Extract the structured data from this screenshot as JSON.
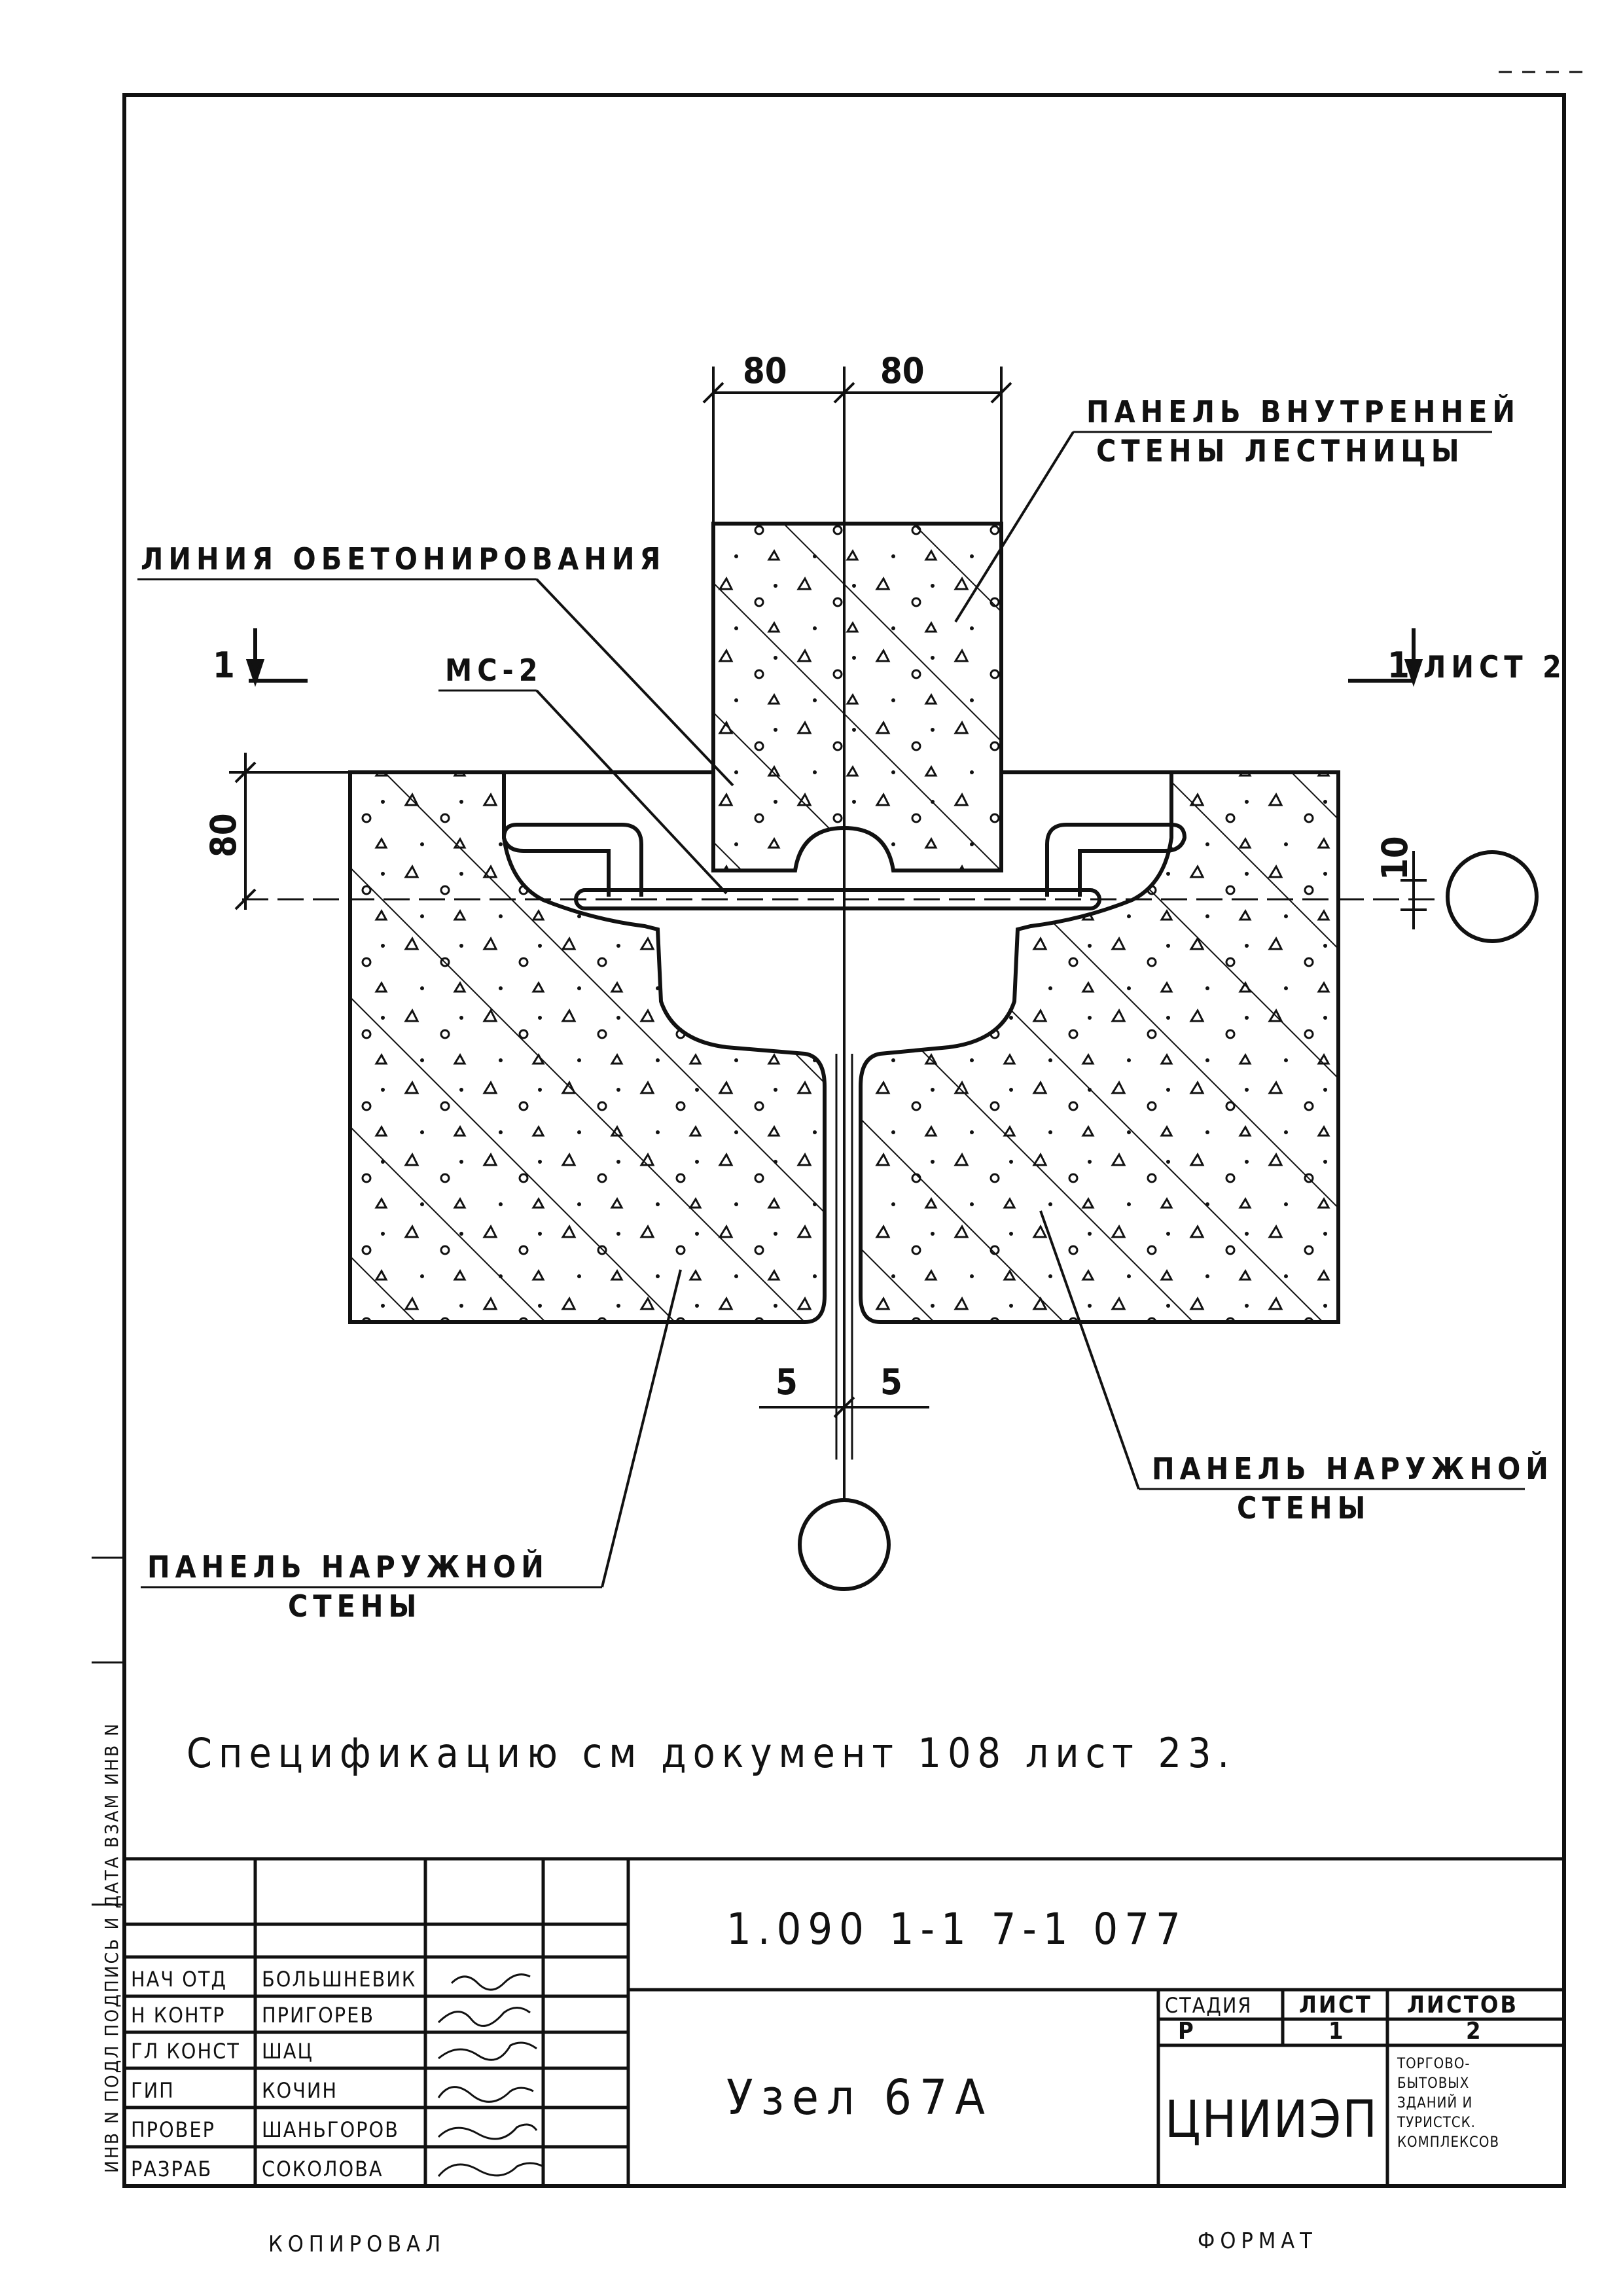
{
  "labels": {
    "inner_panel_line1": "ПАНЕЛЬ ВНУТРЕННЕЙ",
    "inner_panel_line2": "СТЕНЫ ЛЕСТНИЦЫ",
    "concreting_line": "ЛИНИЯ ОБЕТОНИРОВАНИЯ",
    "mc2": "МС-2",
    "section_left": "1",
    "section_right": "1",
    "section_sheet": "ЛИСТ 2",
    "outer_panel_left_line1": "ПАНЕЛЬ НАРУЖНОЙ",
    "outer_panel_left_line2": "СТЕНЫ",
    "outer_panel_right_line1": "ПАНЕЛЬ НАРУЖНОЙ",
    "outer_panel_right_line2": "СТЕНЫ"
  },
  "dimensions": {
    "top_left": "80",
    "top_right": "80",
    "left_vertical": "80",
    "right_vertical": "10",
    "bottom_left": "5",
    "bottom_right": "5"
  },
  "note": "Спецификацию см документ 108 лист 23.",
  "title_block": {
    "doc_code": "1.090 1-1 7-1 077",
    "title": "Узел 67А",
    "rows": [
      {
        "role": "НАЧ ОТД",
        "name": "БОЛЬШНЕВИК"
      },
      {
        "role": "Н КОНТР",
        "name": "ПРИГОРЕВ"
      },
      {
        "role": "ГЛ КОНСТ",
        "name": "ШАЦ"
      },
      {
        "role": "ГИП",
        "name": "КОЧИН"
      },
      {
        "role": "ПРОВЕР",
        "name": "ШАНЬГОРОВ"
      },
      {
        "role": "РАЗРАБ",
        "name": "СОКОЛОВА"
      }
    ],
    "stage_header": "СТАДИЯ",
    "sheet_header": "ЛИСТ",
    "sheets_header": "ЛИСТОВ",
    "stage": "Р",
    "sheet": "1",
    "sheets": "2",
    "org": "ЦНИИЭП",
    "org_desc": [
      "ТОРГОВО-",
      "БЫТОВЫХ",
      "ЗДАНИЙ И",
      "ТУРИСТСК.",
      "КОМПЛЕКСОВ"
    ]
  },
  "side_stamp": "ИНВ N ПОДЛ   ПОДПИСЬ И ДАТА   ВЗАМ ИНВ N",
  "footer": {
    "copied": "КОПИРОВАЛ",
    "format": "ФОРМАТ"
  }
}
